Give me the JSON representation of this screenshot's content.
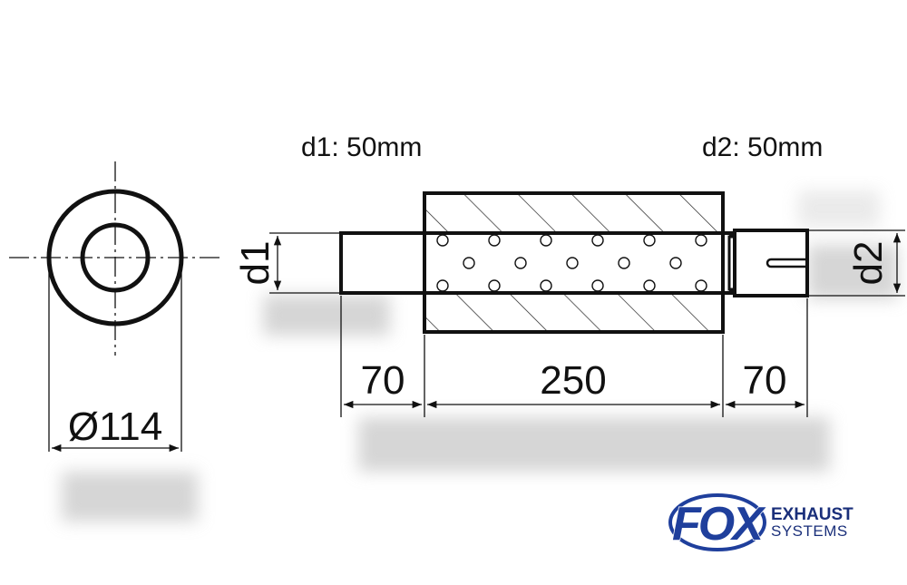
{
  "labels": {
    "d1_header": "d1: 50mm",
    "d2_header": "d2: 50mm",
    "d1_side": "d1",
    "d2_side": "d2"
  },
  "dimensions": {
    "outer_diameter": "Ø114",
    "inlet_length": "70",
    "body_length": "250",
    "outlet_length": "70"
  },
  "logo": {
    "brand": "FOX",
    "line1": "EXHAUST",
    "line2": "SYSTEMS",
    "colors": {
      "blue": "#1f3f9c",
      "text": "#1a2f7a"
    }
  }
}
